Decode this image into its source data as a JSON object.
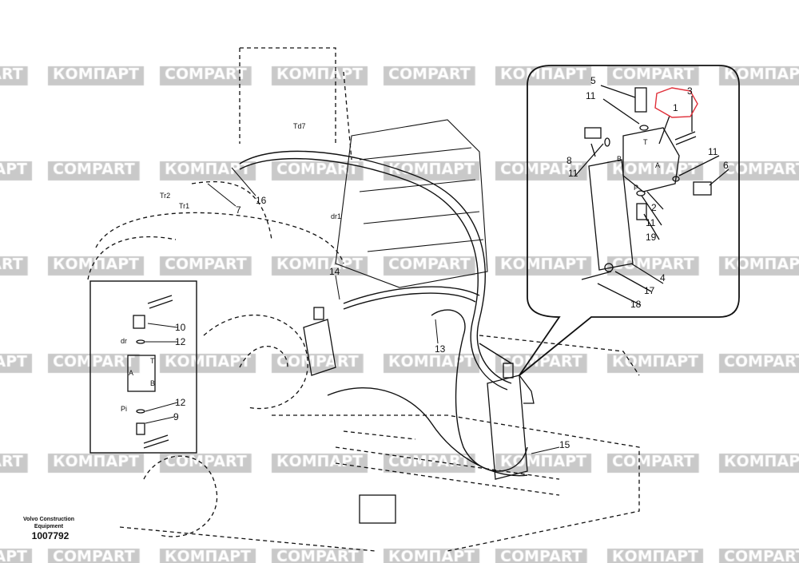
{
  "watermark": {
    "latin": "COMPART",
    "cyrillic": "КОМПАРТ",
    "color": "#c9c9c9"
  },
  "highlight_color": "#e0303a",
  "credit": {
    "line1": "Volvo Construction",
    "line2": "Equipment",
    "number": "1007792"
  },
  "main_labels": {
    "p16": "16",
    "p7": "7",
    "p14": "14",
    "p13": "13",
    "p15": "15",
    "td7": "Td7",
    "tr2": "Tr2",
    "tr1": "Tr1",
    "dr1": "dr1"
  },
  "left_inset": {
    "p10": "10",
    "p12a": "12",
    "dr": "dr",
    "a": "A",
    "t": "T",
    "b": "B",
    "p12b": "12",
    "pi": "Pi",
    "p9": "9"
  },
  "right_inset": {
    "p5": "5",
    "p11a": "11",
    "p3": "3",
    "p1": "1",
    "p8": "8",
    "p11b": "11",
    "p11c": "11",
    "p6": "6",
    "b": "B",
    "t": "T",
    "a": "A",
    "p2": "2",
    "p": "P",
    "p11d": "11",
    "p19": "19",
    "p4": "4",
    "p17": "17",
    "p18": "18"
  }
}
